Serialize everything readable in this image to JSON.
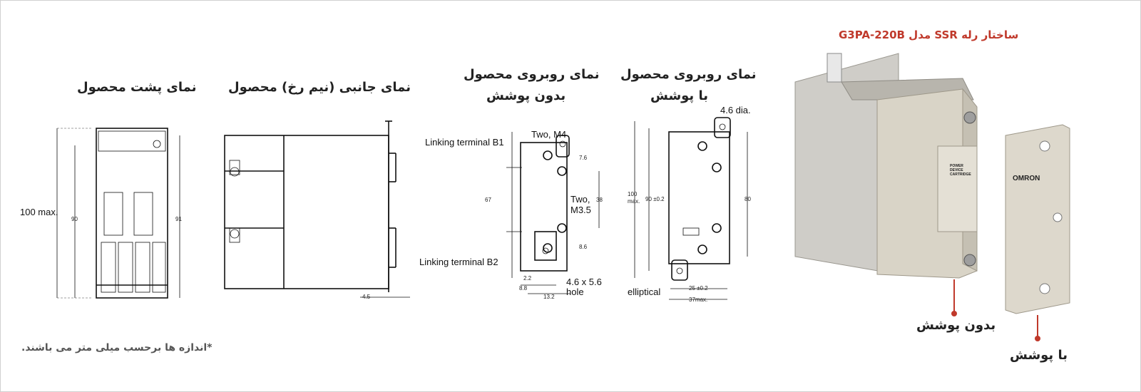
{
  "header": {
    "title": "ساختار رله SSR مدل G3PA-220B"
  },
  "views": {
    "back": {
      "title": "نمای پشت محصول",
      "dims": {
        "max": "100 max.",
        "h90": "90",
        "h91": "91"
      }
    },
    "side": {
      "title": "نمای جانبی (نیم رخ) محصول",
      "dims": {
        "w": "4.5"
      }
    },
    "front_no_cover": {
      "title_line1": "نمای روبروی محصول",
      "title_line2": "بدون پوشش",
      "labels": {
        "b1": "Linking terminal B1",
        "b2": "Linking terminal B2",
        "m4": "Two, M4",
        "m35a": "Two,",
        "m35b": "M3.5",
        "holea": "4.6 x 5.6",
        "holeb": "hole"
      },
      "dims": {
        "d76": "7.6",
        "d67": "67",
        "d38": "38",
        "d86": "8.6",
        "d22": "2.2",
        "d88": "8.8",
        "d132": "13.2"
      }
    },
    "front_with_cover": {
      "title_line1": "نمای روبروی محصول",
      "title_line2": "با پوشش",
      "labels": {
        "dia": "4.6 dia.",
        "elliptical": "elliptical"
      },
      "dims": {
        "d100": "100",
        "dmax": "max.",
        "d90": "90 ±0.2",
        "d80": "80",
        "d25": "25 ±0.2",
        "d37": "37max."
      }
    }
  },
  "photo": {
    "brand": "OMRON",
    "cartridge": "POWER DEVICE CARTRIDGE",
    "callout_no_cover": "بدون پوشش",
    "callout_with_cover": "با پوشش",
    "callout_color": "#c0392b"
  },
  "footnote": "*اندازه ها برحسب میلی متر می باشند."
}
